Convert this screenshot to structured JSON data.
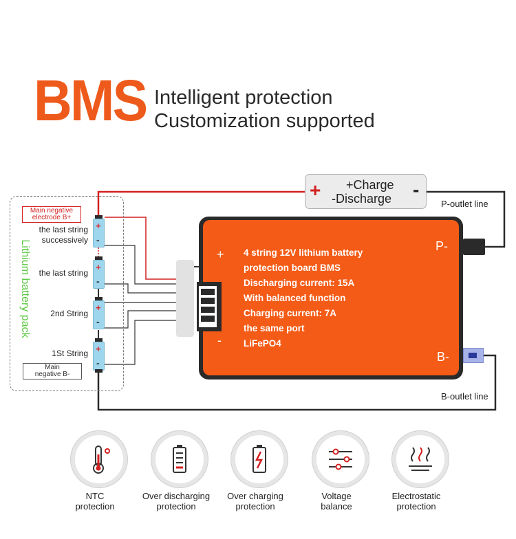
{
  "header": {
    "brand": "BMS",
    "line1": "Intelligent protection",
    "line2": "Customization supported"
  },
  "pack": {
    "label": "Lithium battery pack",
    "callout_top_line1": "Main negative",
    "callout_top_line2": "electrode B+",
    "callout_bottom_line1": "Main",
    "callout_bottom_line2": "negative B-",
    "cells": [
      {
        "label_line1": "the last string",
        "label_line2": "successively"
      },
      {
        "label_line1": "the last string",
        "label_line2": ""
      },
      {
        "label_line1": "2nd String",
        "label_line2": ""
      },
      {
        "label_line1": "1St String",
        "label_line2": ""
      }
    ],
    "plus": "+",
    "minus": "-"
  },
  "charge": {
    "plus": "+",
    "line1": "+Charge",
    "line2": "-Discharge",
    "minus": "-"
  },
  "board": {
    "plus": "+",
    "minus": "-",
    "p_terminal": "P-",
    "b_terminal": "B-",
    "lines": [
      "4 string 12V lithium battery",
      "protection board BMS",
      "Discharging current: 15A",
      "With balanced function",
      "Charging current: 7A",
      "the same port",
      "LiFePO4"
    ]
  },
  "outlets": {
    "p": "P-outlet line",
    "b": "B-outlet line"
  },
  "features": [
    {
      "icon": "thermometer-icon",
      "line1": "NTC",
      "line2": "protection"
    },
    {
      "icon": "battery-low-icon",
      "line1": "Over discharging",
      "line2": "protection"
    },
    {
      "icon": "battery-charging-icon",
      "line1": "Over charging",
      "line2": "protection"
    },
    {
      "icon": "sliders-icon",
      "line1": "Voltage",
      "line2": "balance"
    },
    {
      "icon": "electrostatic-icon",
      "line1": "Electrostatic",
      "line2": "protection"
    }
  ],
  "colors": {
    "brand": "#ee5a1c",
    "board": "#f45b16",
    "plus": "#d42020",
    "pack_label": "#5ac840",
    "cell": "#9ed6ee"
  }
}
